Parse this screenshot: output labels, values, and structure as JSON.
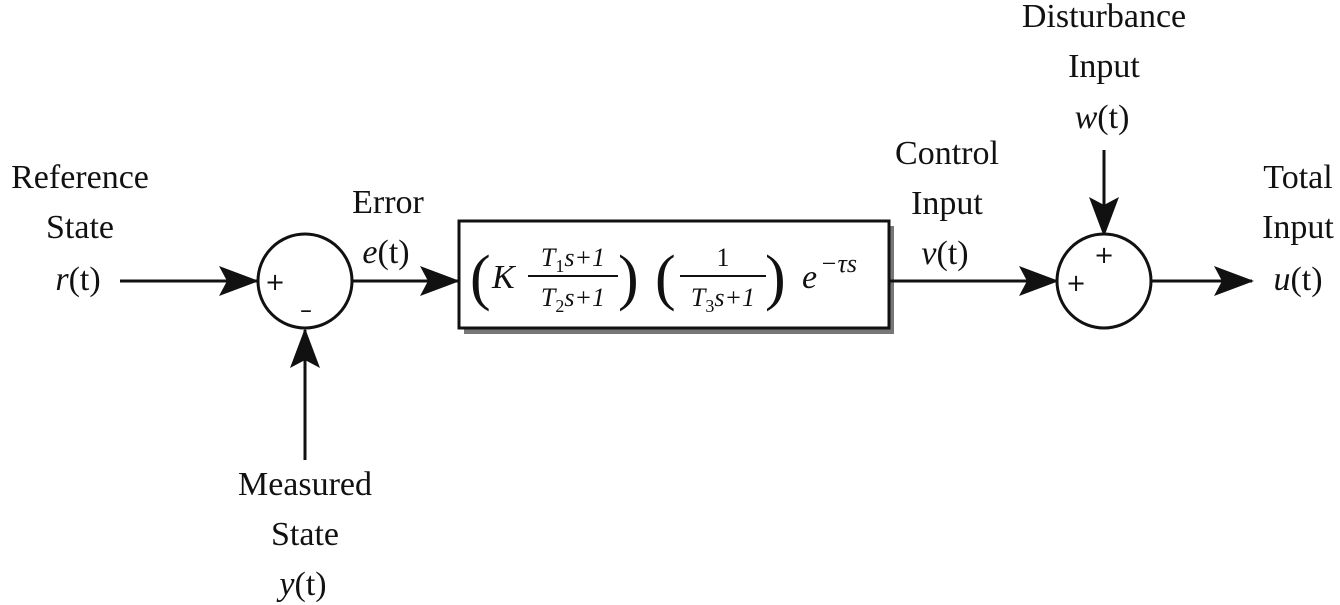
{
  "reference": {
    "line1": "Reference",
    "line2": "State",
    "var": "r",
    "arg": "(t)"
  },
  "error": {
    "line1": "Error",
    "var": "e",
    "arg": "(t)"
  },
  "measured": {
    "line1": "Measured",
    "line2": "State",
    "var": "y",
    "arg": "(t)"
  },
  "control": {
    "line1": "Control",
    "line2": "Input",
    "var": "v",
    "arg": "(t)"
  },
  "disturbance": {
    "line1": "Disturbance",
    "line2": "Input",
    "var": "w",
    "arg": "(t)"
  },
  "total": {
    "line1": "Total",
    "line2": "Input",
    "var": "u",
    "arg": "(t)"
  },
  "sum1": {
    "plus": "+",
    "minus": "–"
  },
  "sum2": {
    "plus_left": "+",
    "plus_top": "+"
  },
  "controller": {
    "K": "K",
    "num1_T": "T",
    "num1_sub": "1",
    "num1_rest": "s+1",
    "den1_T": "T",
    "den1_sub": "2",
    "den1_rest": "s+1",
    "num2": "1",
    "den2_T": "T",
    "den2_sub": "3",
    "den2_rest": "s+1",
    "exp_base": "e",
    "exp_power": "−τs",
    "paren_open": "(",
    "paren_close": ")"
  }
}
